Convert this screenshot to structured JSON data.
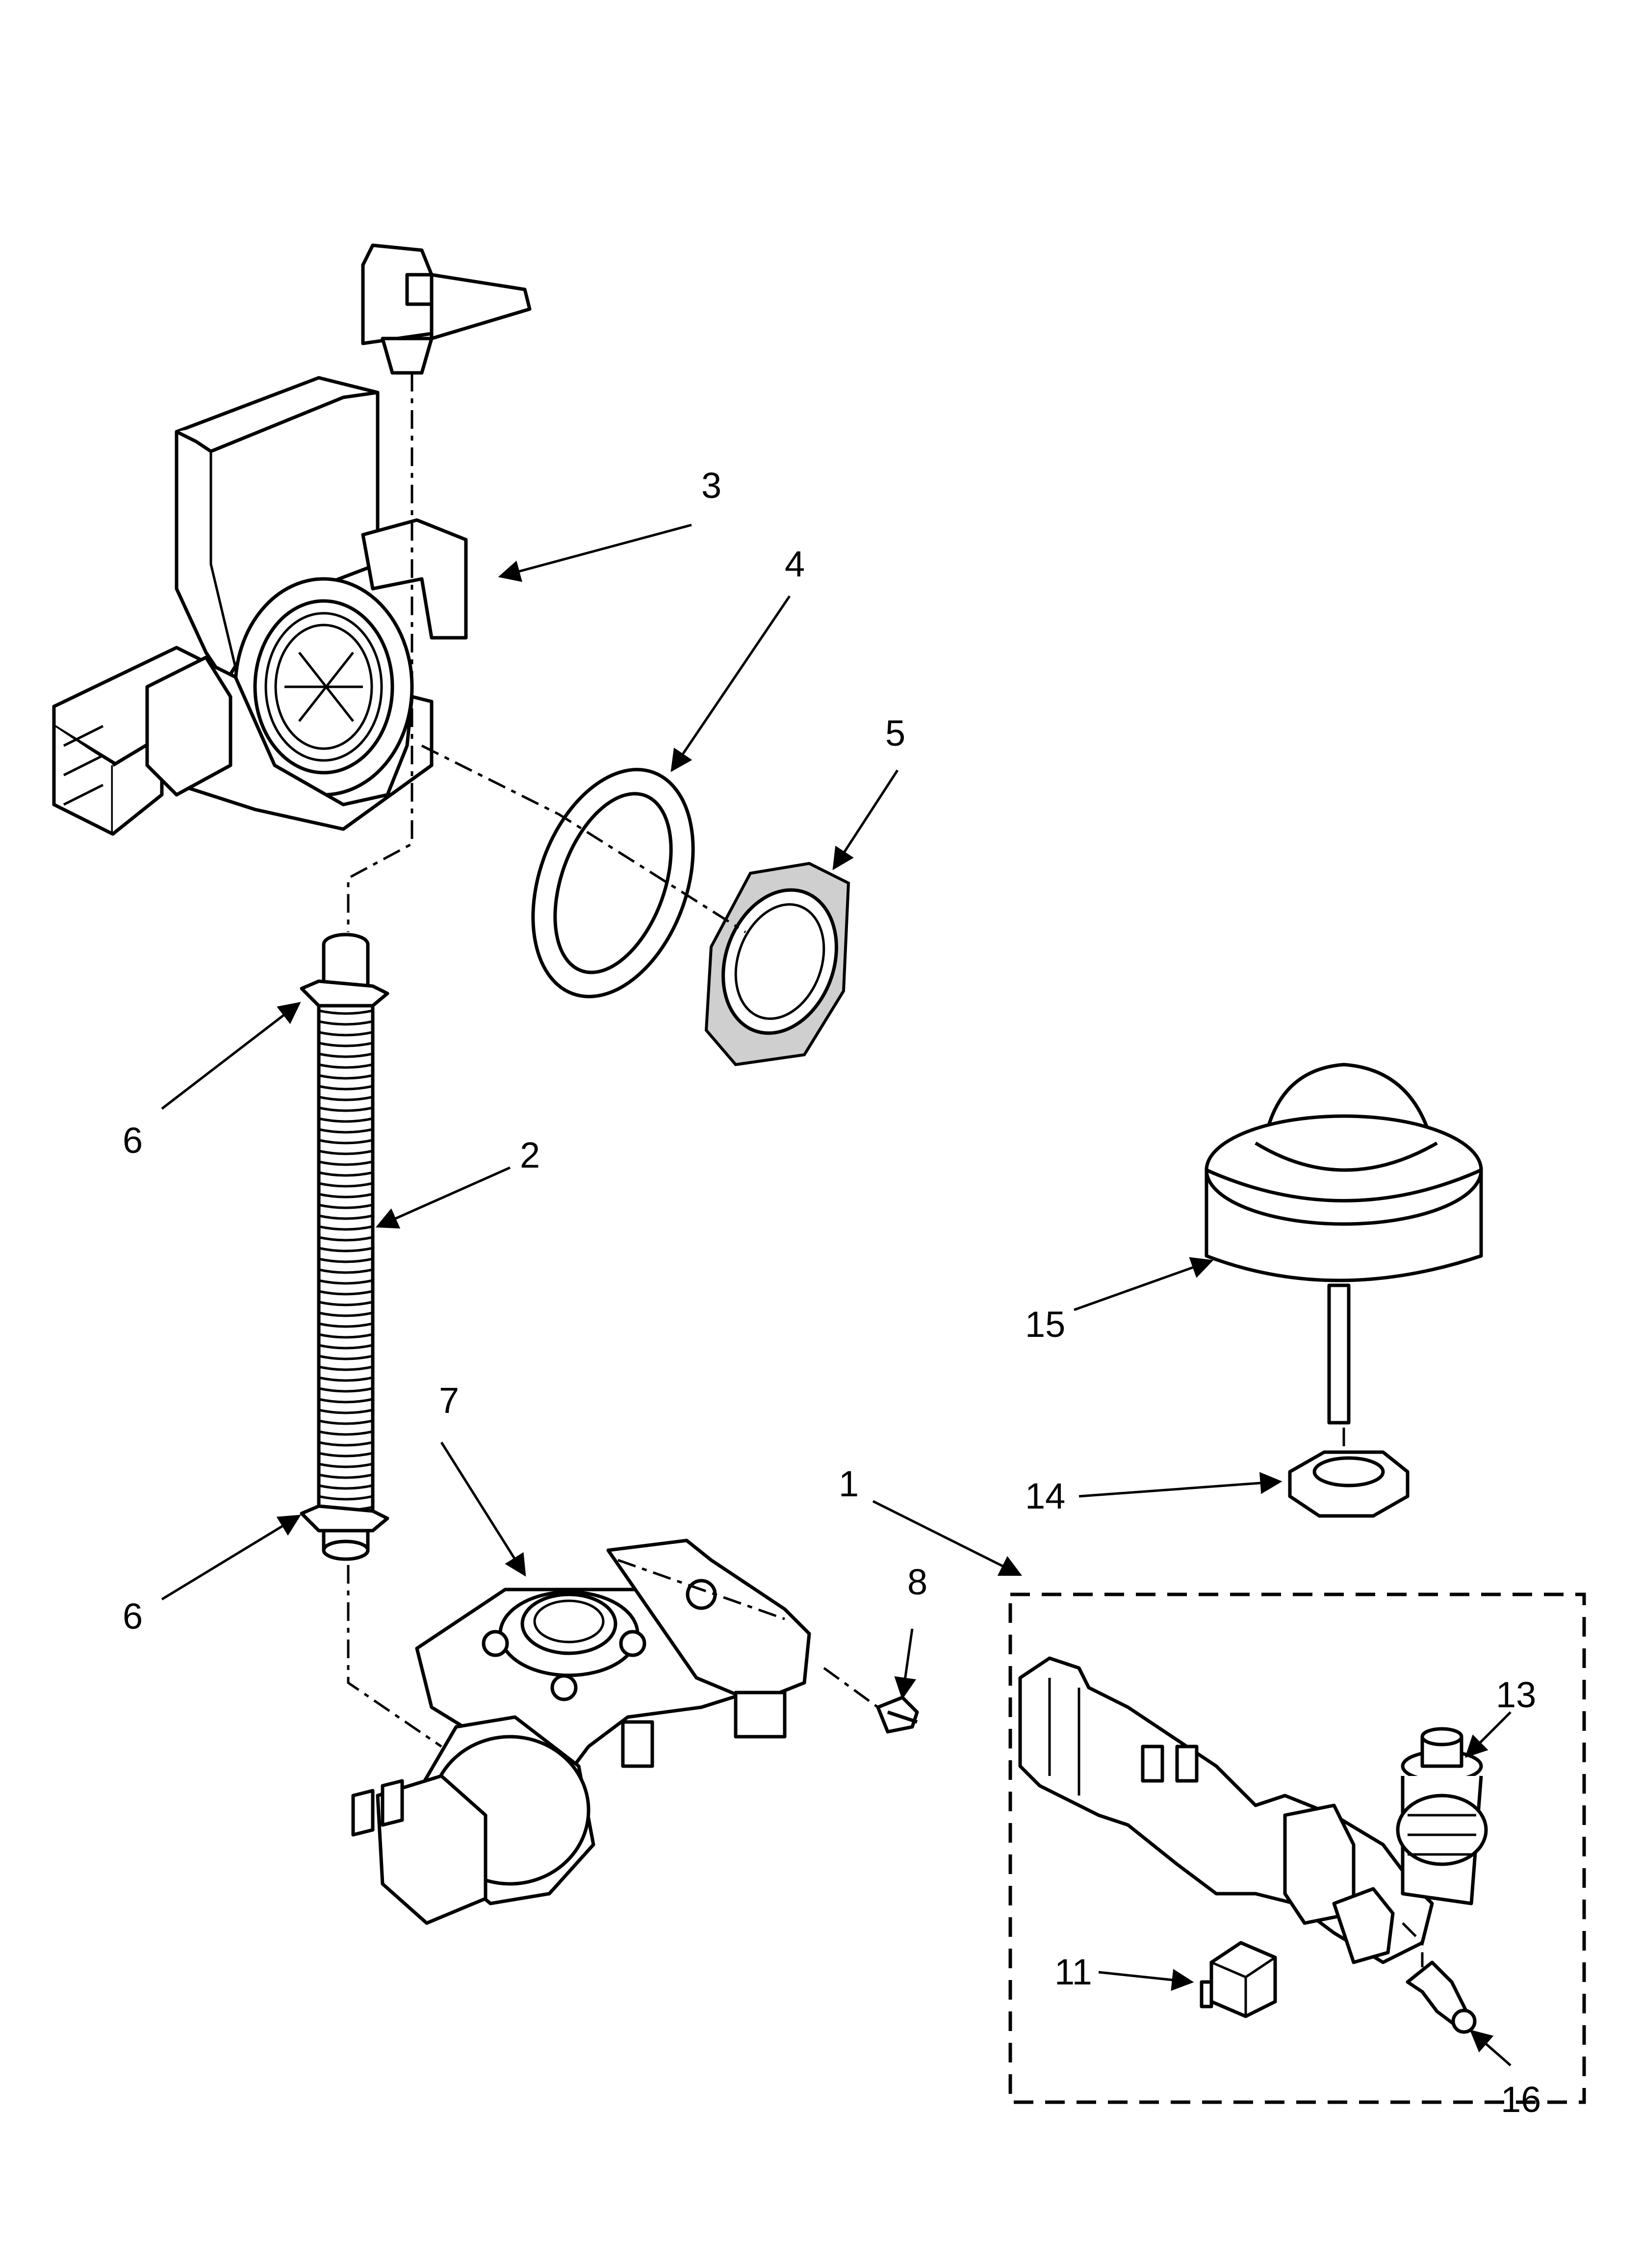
{
  "callouts": {
    "p1": "1",
    "p2": "2",
    "p3": "3",
    "p4": "4",
    "p5": "5",
    "p6a": "6",
    "p6b": "6",
    "p7": "7",
    "p8": "8",
    "p11": "11",
    "p13": "13",
    "p14": "14",
    "p15": "15",
    "p16": "16"
  }
}
